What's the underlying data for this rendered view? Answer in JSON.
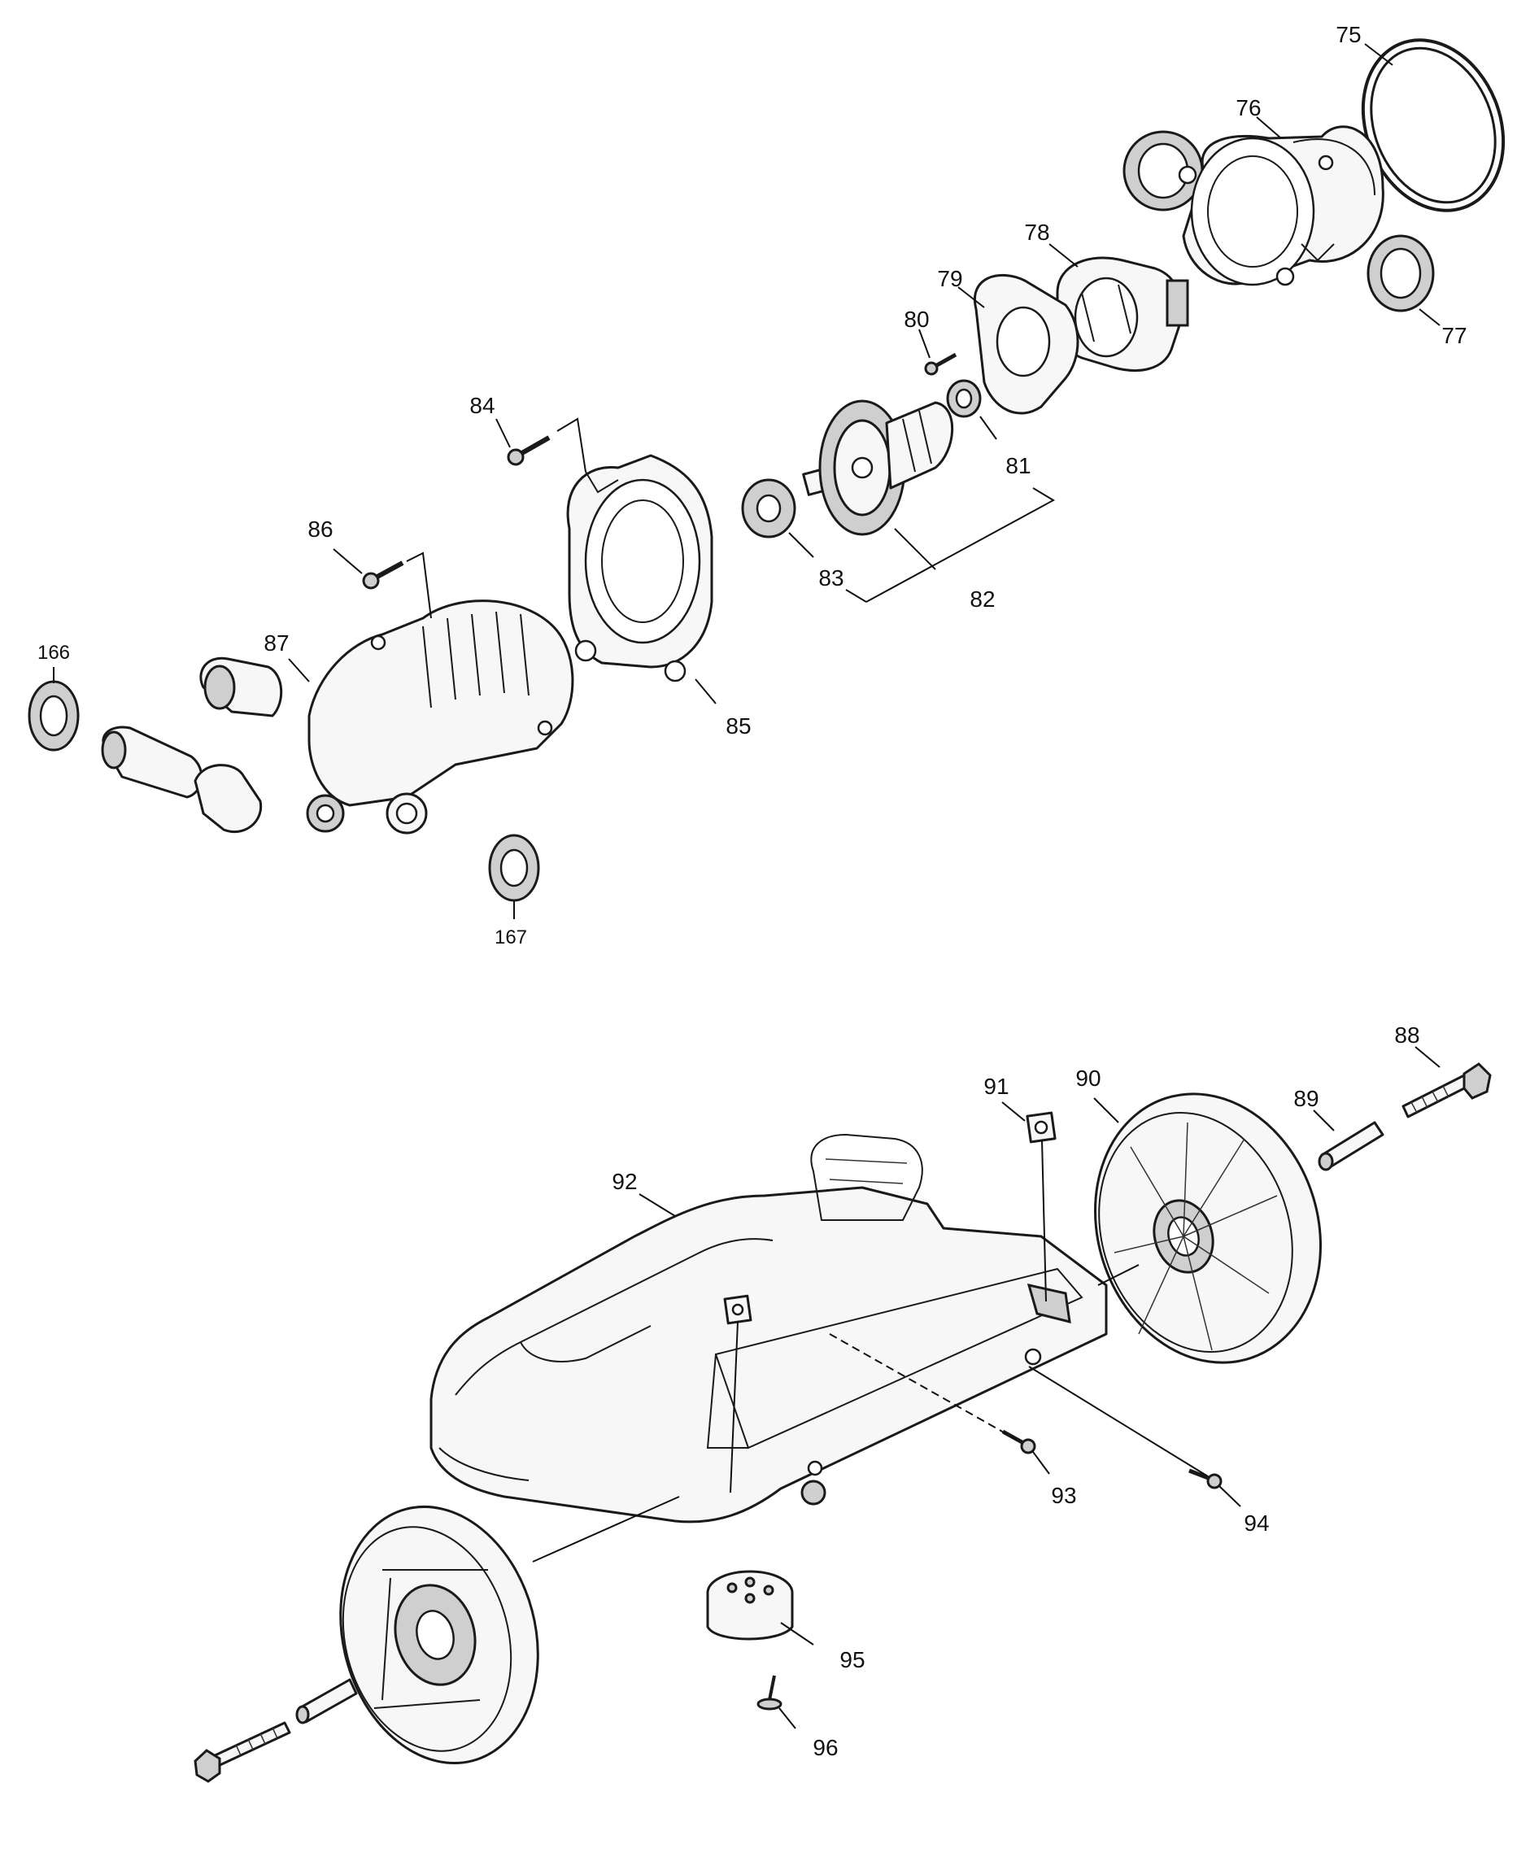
{
  "labels": {
    "l75": "75",
    "l76": "76",
    "l77": "77",
    "l78": "78",
    "l79": "79",
    "l80": "80",
    "l81": "81",
    "l82": "82",
    "l83": "83",
    "l84": "84",
    "l85": "85",
    "l86": "86",
    "l87": "87",
    "l166": "166",
    "l167": "167",
    "l88": "88",
    "l89": "89",
    "l90": "90",
    "l91": "91",
    "l92": "92",
    "l93": "93",
    "l94": "94",
    "l95": "95",
    "l96": "96"
  }
}
